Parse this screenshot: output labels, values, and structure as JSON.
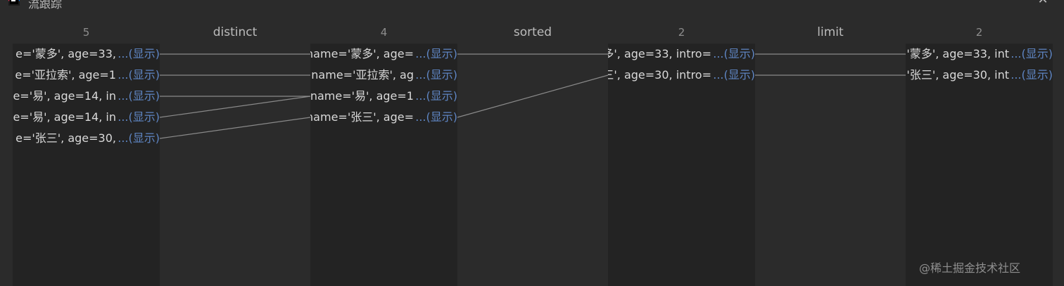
{
  "window": {
    "title": "流跟踪",
    "close_glyph": "✕",
    "icon": "intellij-app-icon"
  },
  "stages": [
    {
      "count": "5",
      "rows": [
        {
          "text": "e='蒙多', age=33, ",
          "more": "...(显示)"
        },
        {
          "text": "e='亚拉索', age=1",
          "more": "...(显示)"
        },
        {
          "text": "e='易', age=14, in",
          "more": "...(显示)"
        },
        {
          "text": "e='易', age=14, in",
          "more": "...(显示)"
        },
        {
          "text": "e='张三', age=30, ",
          "more": "...(显示)"
        }
      ]
    },
    {
      "count": "4",
      "rows": [
        {
          "text": "name='蒙多', age=",
          "more": "...(显示)"
        },
        {
          "text": "name='亚拉索', ag",
          "more": "...(显示)"
        },
        {
          "text": "name='易', age=1",
          "more": "...(显示)"
        },
        {
          "text": "name='张三', age=",
          "more": "...(显示)"
        }
      ]
    },
    {
      "count": "2",
      "rows": [
        {
          "text": "多', age=33, intro=",
          "more": "...(显示)"
        },
        {
          "text": "三', age=30, intro=",
          "more": "...(显示)"
        }
      ]
    },
    {
      "count": "2",
      "rows": [
        {
          "text": "'蒙多', age=33, int",
          "more": "...(显示)"
        },
        {
          "text": "'张三', age=30, int",
          "more": "...(显示)"
        }
      ]
    }
  ],
  "operations": [
    "distinct",
    "sorted",
    "limit"
  ],
  "links": [
    {
      "from_stage": 0,
      "from_row": 0,
      "to_row": 0
    },
    {
      "from_stage": 0,
      "from_row": 1,
      "to_row": 1
    },
    {
      "from_stage": 0,
      "from_row": 2,
      "to_row": 2
    },
    {
      "from_stage": 0,
      "from_row": 3,
      "to_row": 2
    },
    {
      "from_stage": 0,
      "from_row": 4,
      "to_row": 3
    },
    {
      "from_stage": 1,
      "from_row": 0,
      "to_row": 0
    },
    {
      "from_stage": 1,
      "from_row": 3,
      "to_row": 1
    },
    {
      "from_stage": 2,
      "from_row": 0,
      "to_row": 0
    },
    {
      "from_stage": 2,
      "from_row": 1,
      "to_row": 1
    }
  ],
  "watermark": "@稀土掘金技术社区",
  "colors": {
    "background": "#2b2b2b",
    "column": "#232323",
    "text": "#d9d9d9",
    "link_text": "#5f86c4",
    "count_text": "#8e8e8e",
    "connector": "#8a8a8a"
  }
}
